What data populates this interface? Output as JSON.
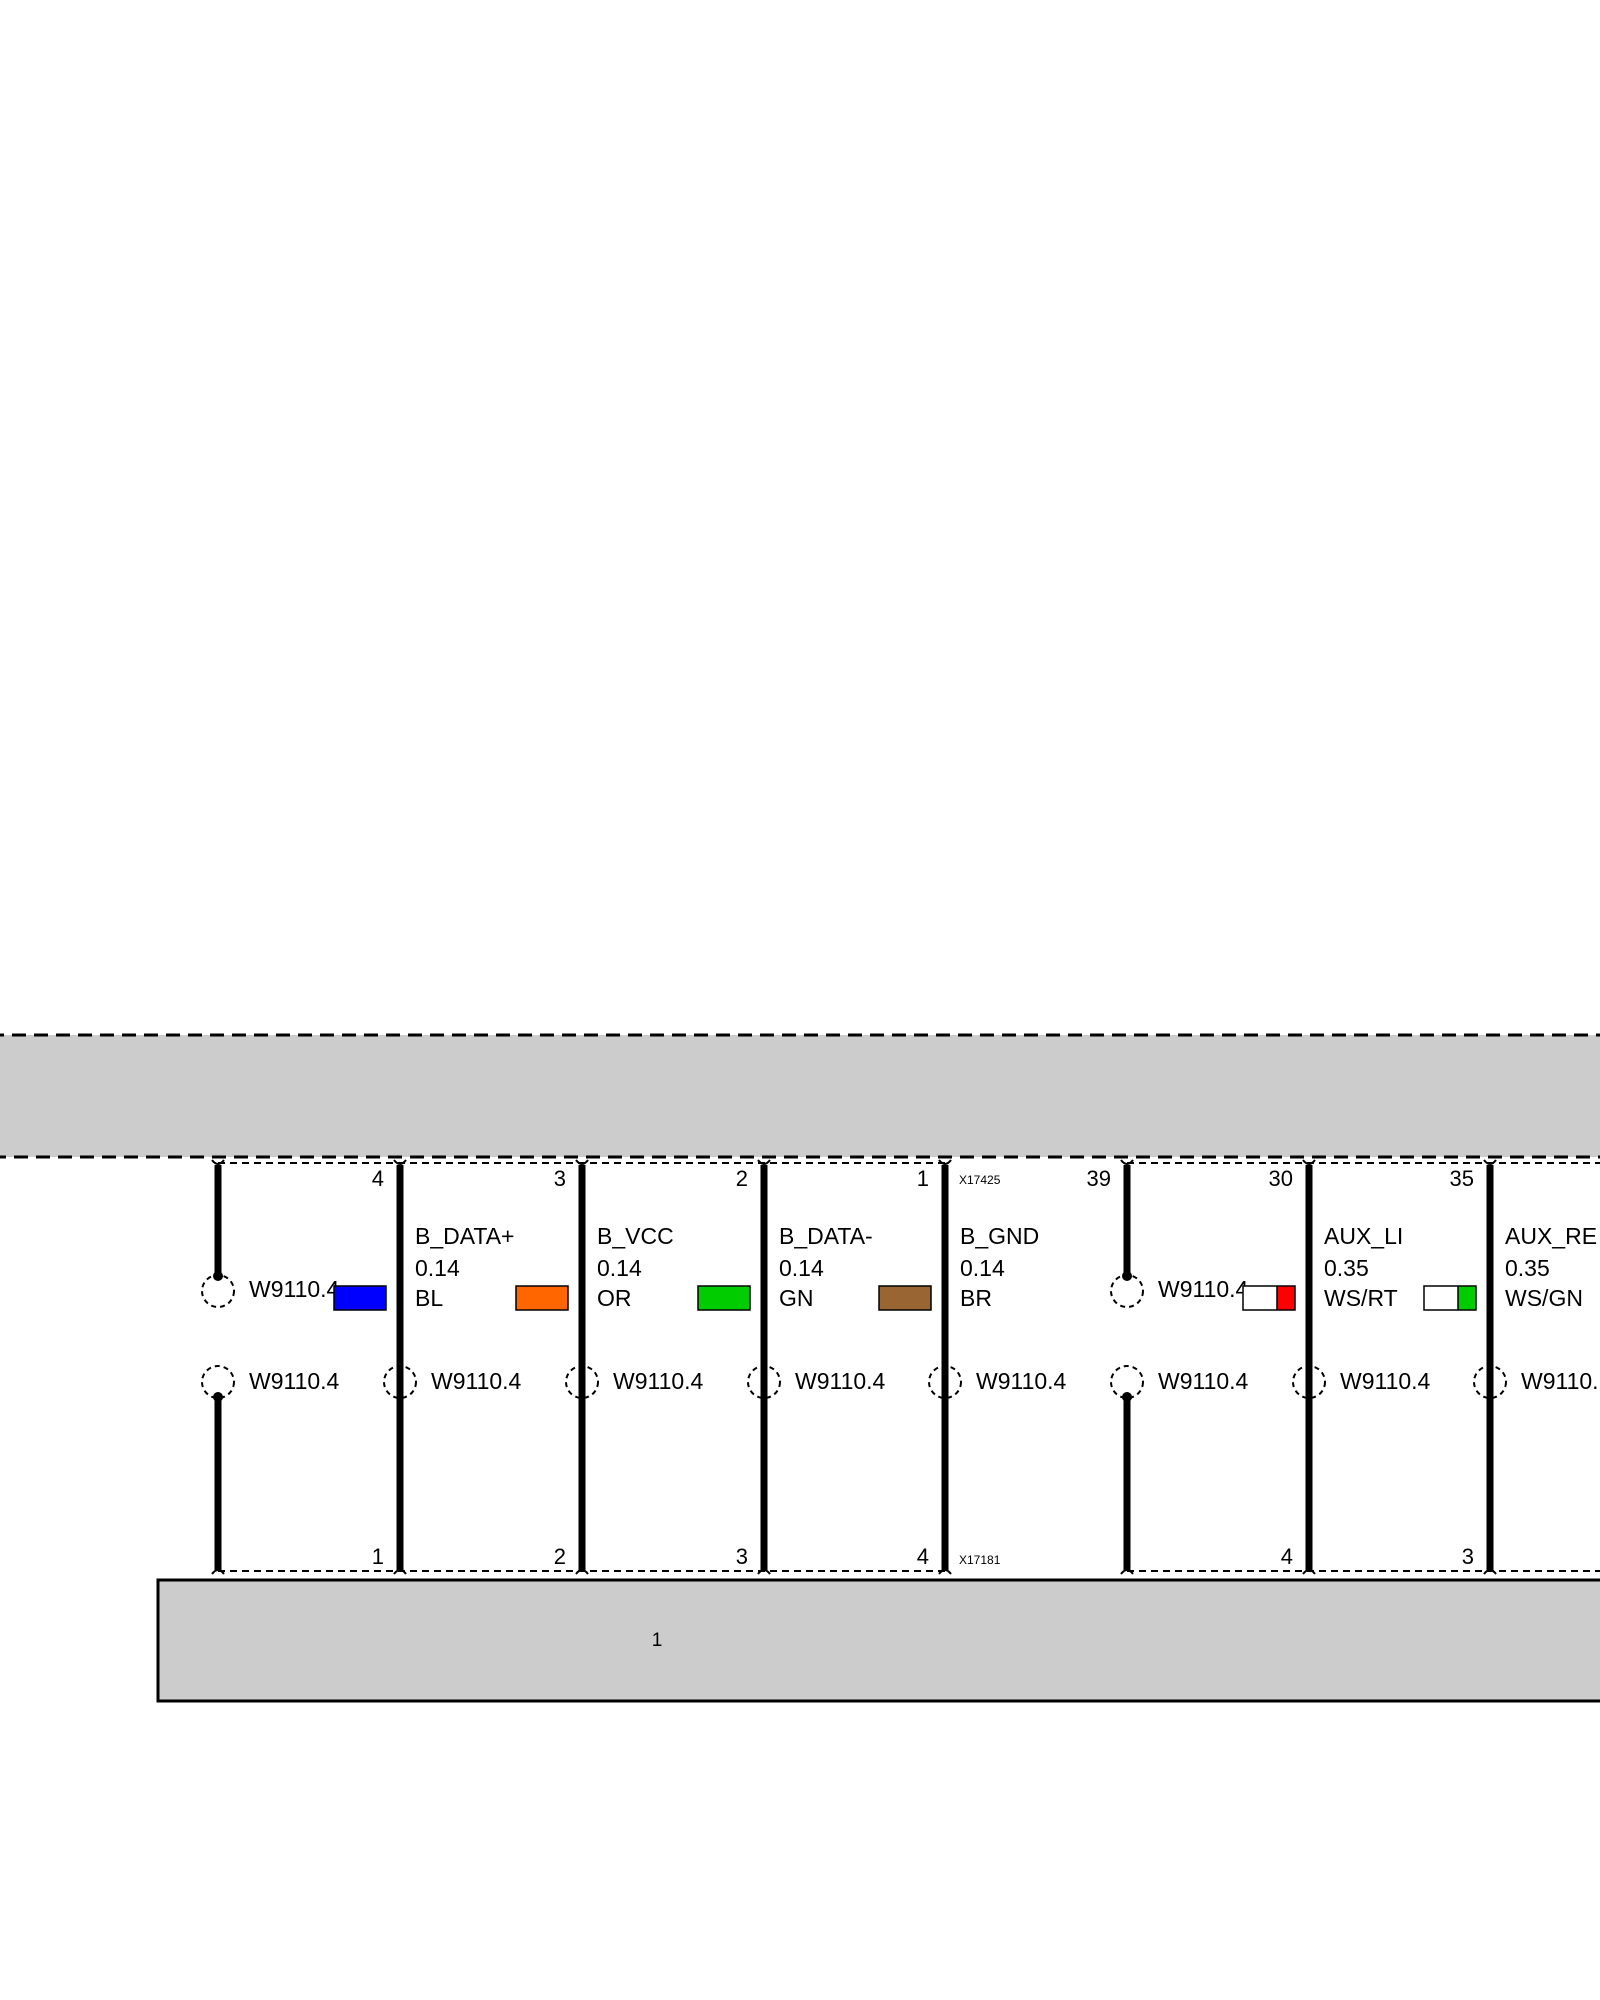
{
  "colors": {
    "background": "#ffffff",
    "box_fill": "#cccccc",
    "wire": "#000000"
  },
  "top_connector_id": "X17425",
  "bottom_connector_id": "X17181",
  "bottom_module_label": "1",
  "wires": [
    {
      "signal": "",
      "gauge": "",
      "color_code": "",
      "swatch": null,
      "top_pin": "",
      "bottom_pin": "",
      "upper_splice_label": "W9110.4",
      "lower_splice_label": "W9110.4",
      "dotted_break": true
    },
    {
      "signal": "B_DATA+",
      "gauge": "0.14",
      "color_code": "BL",
      "swatch": [
        "#0000ff"
      ],
      "top_pin": "4",
      "bottom_pin": "1",
      "upper_splice_label": "",
      "lower_splice_label": "W9110.4",
      "dotted_break": false
    },
    {
      "signal": "B_VCC",
      "gauge": "0.14",
      "color_code": "OR",
      "swatch": [
        "#ff6600"
      ],
      "top_pin": "3",
      "bottom_pin": "2",
      "upper_splice_label": "",
      "lower_splice_label": "W9110.4",
      "dotted_break": false
    },
    {
      "signal": "B_DATA-",
      "gauge": "0.14",
      "color_code": "GN",
      "swatch": [
        "#00cc00"
      ],
      "top_pin": "2",
      "bottom_pin": "3",
      "upper_splice_label": "",
      "lower_splice_label": "W9110.4",
      "dotted_break": false
    },
    {
      "signal": "B_GND",
      "gauge": "0.14",
      "color_code": "BR",
      "swatch": [
        "#996633"
      ],
      "top_pin": "1",
      "bottom_pin": "4",
      "upper_splice_label": "",
      "lower_splice_label": "W9110.4",
      "dotted_break": false
    },
    {
      "signal": "",
      "gauge": "",
      "color_code": "",
      "swatch": null,
      "top_pin": "39",
      "bottom_pin": "",
      "upper_splice_label": "W9110.4",
      "lower_splice_label": "W9110.4",
      "dotted_break": true
    },
    {
      "signal": "AUX_LI",
      "gauge": "0.35",
      "color_code": "WS/RT",
      "swatch": [
        "#ffffff",
        "#ff0000"
      ],
      "top_pin": "30",
      "bottom_pin": "4",
      "upper_splice_label": "",
      "lower_splice_label": "W9110.4",
      "dotted_break": false
    },
    {
      "signal": "AUX_RE",
      "gauge": "0.35",
      "color_code": "WS/GN",
      "swatch": [
        "#ffffff",
        "#00cc00"
      ],
      "top_pin": "35",
      "bottom_pin": "3",
      "upper_splice_label": "",
      "lower_splice_label": "W9110.",
      "dotted_break": false
    }
  ]
}
